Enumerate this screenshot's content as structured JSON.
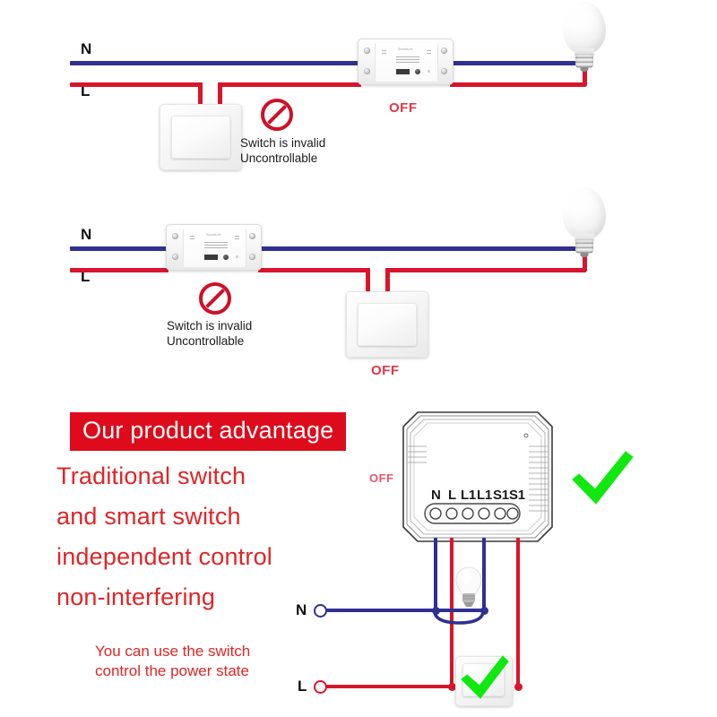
{
  "meta": {
    "title": "Smart Switch Wiring Diagram",
    "colors": {
      "neutral_wire": "#2f3192",
      "live_wire": "#d8152c",
      "banner_red": "#dd0b1b",
      "text_red": "#e02527",
      "off_red": "#e0384a",
      "check_green": "#10e810"
    }
  },
  "sections": [
    {
      "id": "section-1",
      "labels": {
        "neutral": "N",
        "live": "L",
        "off": "OFF"
      },
      "invalid_note": {
        "line1": "Switch is invalid",
        "line2": "Uncontrollable"
      },
      "icons": {
        "prohibition": "no-entry-icon",
        "bulb": "light-bulb-icon",
        "wall_switch": "wall-switch-icon",
        "relay_module": "relay-module-icon"
      }
    },
    {
      "id": "section-2",
      "labels": {
        "neutral": "N",
        "live": "L",
        "off": "OFF"
      },
      "invalid_note": {
        "line1": "Switch is invalid",
        "line2": "Uncontrollable"
      },
      "icons": {
        "prohibition": "no-entry-icon",
        "bulb": "light-bulb-icon",
        "wall_switch": "wall-switch-icon",
        "relay_module": "relay-module-icon"
      }
    },
    {
      "id": "section-3",
      "banner": "Our product advantage",
      "advantage_lines": [
        "Traditional switch",
        "and smart switch",
        "independent control",
        "non-interfering"
      ],
      "sub_note": {
        "line1": "You can use the switch",
        "line2": "control the power state"
      },
      "labels": {
        "off": "OFF",
        "neutral": "N",
        "live": "L"
      },
      "module_terminals": [
        "N",
        "L",
        "L1",
        "L1",
        "S1",
        "S1"
      ],
      "module_terminal_text": "N  L  L1L1S1S1",
      "icons": {
        "check_mark_large": "green-check-icon",
        "check_mark_switch": "green-check-icon",
        "bulb": "light-bulb-icon",
        "smart_module": "smart-relay-module-icon",
        "wall_switch": "wall-switch-icon"
      }
    }
  ]
}
